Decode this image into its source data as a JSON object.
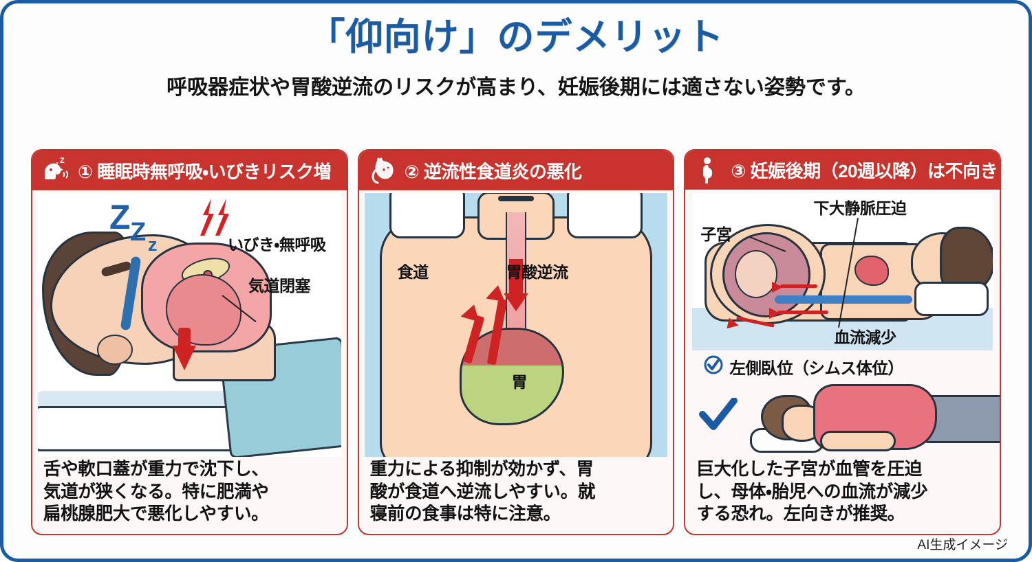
{
  "header": {
    "title": "「仰向け」のデメリット",
    "subtitle": "呼吸器症状や胃酸逆流のリスクが高まり、妊娠後期には適さない姿勢です。"
  },
  "colors": {
    "border_blue": "#1a5ba6",
    "title_blue": "#1a5ba6",
    "card_header_red": "#c8332e",
    "card_border_red": "#c3352f",
    "accent_red": "#cf2222",
    "check_blue": "#1a5ba6"
  },
  "cards": [
    {
      "id": "card-1",
      "icon": "snoring-head-icon",
      "header": "① 睡眠時無呼吸・いびきリスク増",
      "labels": {
        "snore": "いびき・無呼吸",
        "airway": "気道閉塞",
        "zzz": [
          "Z",
          "Z",
          "z"
        ]
      },
      "caption": "舌や軟口蓋が重力で沈下し、\n気道が狭くなる。特に肥満や\n扁桃腺肥大で悪化しやすい。"
    },
    {
      "id": "card-2",
      "icon": "stomach-icon",
      "header": "② 逆流性食道炎の悪化",
      "labels": {
        "esophagus": "食道",
        "reflux": "胃酸逆流",
        "stomach": "胃"
      },
      "caption": "重力による抑制が効かず、胃\n酸が食道へ逆流しやすい。就\n寝前の食事は特に注意。"
    },
    {
      "id": "card-3",
      "icon": "pregnant-woman-icon",
      "header": "③ 妊娠後期（20週以降）は不向き",
      "labels": {
        "uterus": "子宮",
        "ivc": "下大静脈圧迫",
        "bloodflow": "血流減少",
        "recommendation": "左側臥位（シムス体位）"
      },
      "caption": "巨大化した子宮が血管を圧迫\nし、母体・胎児への血流が減少\nする恐れ。左向きが推奨。"
    }
  ],
  "credit": "AI生成イメージ"
}
